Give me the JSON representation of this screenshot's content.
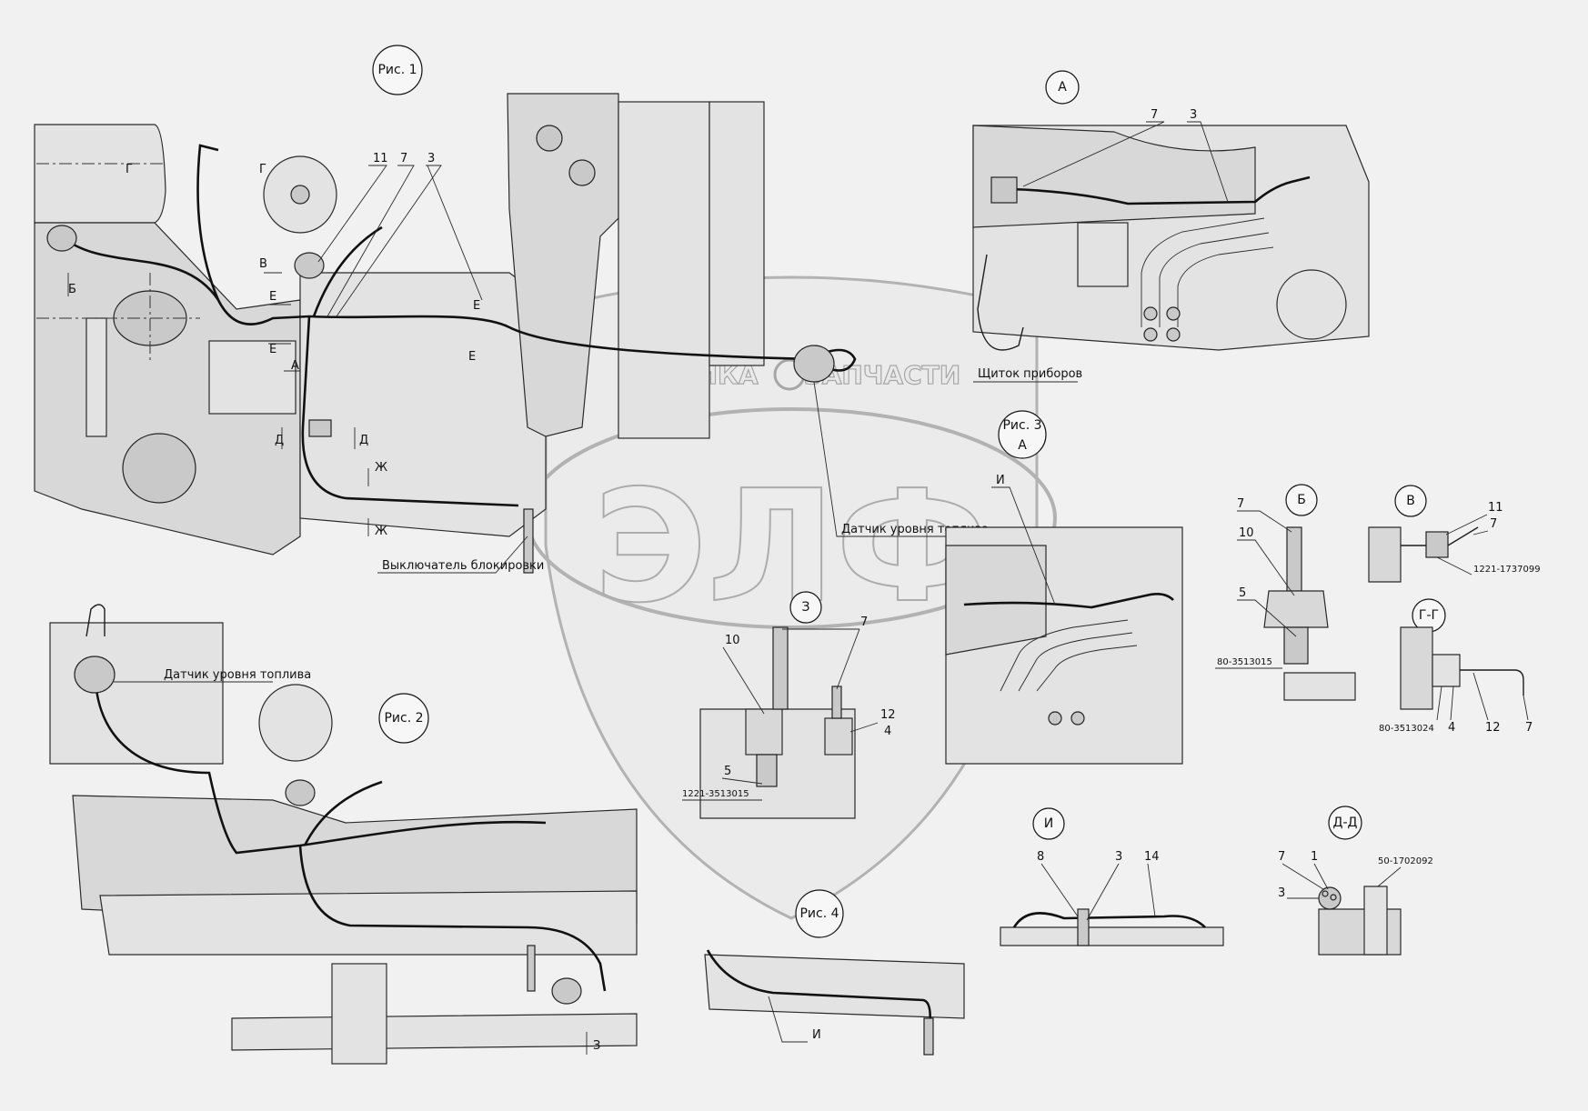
{
  "figures": {
    "fig1": "Рис. 1",
    "fig2": "Рис. 2",
    "fig3": "Рис. 3",
    "fig4": "Рис. 4"
  },
  "views": {
    "a_top": "А",
    "a_fig3": "А",
    "b": "Б",
    "v": "В",
    "gg": "Г-Г",
    "z": "З",
    "i": "И",
    "dd": "Д-Д"
  },
  "annotations": {
    "dashboard": "Щиток приборов",
    "fuel_sensor": "Датчик уровня топлива",
    "fuel_sensor_fig2": "Датчик уровня топлива",
    "interlock_switch": "Выключатель блокировки"
  },
  "part_numbers": {
    "p1221_3513015": "1221-3513015",
    "p80_3513015": "80-3513015",
    "p1221_1737099": "1221-1737099",
    "p80_3513024": "80-3513024",
    "p50_1702092": "50-1702092"
  },
  "callout_numbers": {
    "n11": "11",
    "n7": "7",
    "n3": "3",
    "n10": "10",
    "n5": "5",
    "n12": "12",
    "n8": "8",
    "n14": "14",
    "n1": "1",
    "n4": "4"
  },
  "section_marks": {
    "g": "Г",
    "b": "Б",
    "v": "В",
    "e": "Е",
    "a": "А",
    "d": "Д",
    "zh": "Ж",
    "z": "З",
    "i": "И"
  },
  "watermark": {
    "left_word": "ТЕХНИКА",
    "right_word": "ЗАПЧАСТИ",
    "letters": "ЭЛФ"
  }
}
